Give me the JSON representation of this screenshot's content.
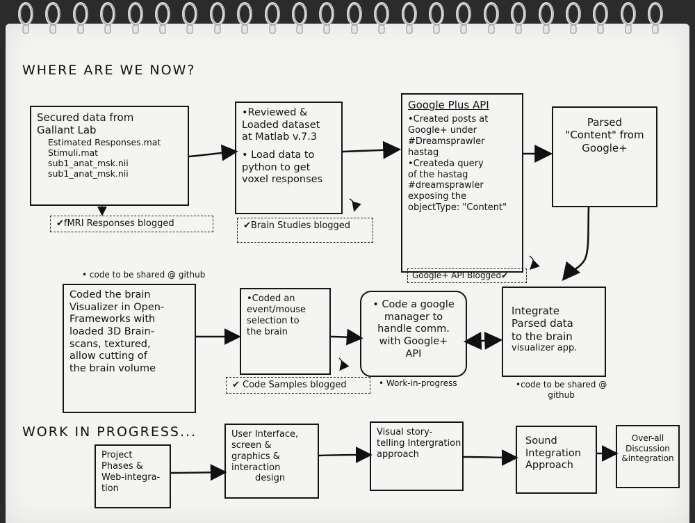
{
  "headings": {
    "where": "WHERE ARE WE NOW?",
    "wip": "WORK IN PROGRESS..."
  },
  "box1": {
    "title_line1": "Secured data from",
    "title_line2": "Gallant Lab",
    "files": [
      "Estimated Responses.mat",
      "Stimuli.mat",
      "sub1_anat_msk.nii",
      "sub1_anat_msk.nii"
    ]
  },
  "badge1": "✔fMRI Responses blogged",
  "box2": {
    "line1": "•Reviewed &",
    "line2": "Loaded dataset",
    "line3": "at Matlab v.7.3",
    "line4": "• Load data to",
    "line5": "python to get",
    "line6": "voxel responses"
  },
  "badge2": "✔Brain Studies blogged",
  "box3": {
    "title": "Google Plus API",
    "lines": [
      "•Created posts at",
      "Google+ under",
      "#Dreamsprawler",
      "hastag",
      "•Createda query",
      "of the hastag",
      "#dreamsprawler",
      "exposing the",
      "objectType: \"Content\""
    ]
  },
  "badge3": "Google+ API Blogged✔",
  "box4": {
    "line1": "Parsed",
    "line2": "\"Content\" from",
    "line3": "Google+"
  },
  "note_github1": "• code to be shared @ github",
  "box5": {
    "lines": [
      "Coded the brain",
      "Visualizer in Open-",
      "Frameworks with",
      "loaded 3D Brain-",
      "scans, textured,",
      "allow cutting of",
      "the brain volume"
    ]
  },
  "box6": {
    "lines": [
      "•Coded an",
      "event/mouse",
      "selection to",
      "the brain"
    ]
  },
  "badge4": "✔ Code Samples blogged",
  "box7": {
    "lines": [
      "• Code a google",
      "manager to",
      "handle comm.",
      "with Google+",
      "API"
    ]
  },
  "note_wip": "• Work-in-progress",
  "box8": {
    "lines": [
      "Integrate",
      "Parsed data",
      "to the brain",
      "visualizer app."
    ]
  },
  "note_github2_line1": "•code to be shared @",
  "note_github2_line2": "github",
  "wip_boxes": [
    [
      "Project",
      "Phases &",
      "Web-integra-",
      "tion"
    ],
    [
      "User Interface,",
      "screen &",
      "graphics &",
      "interaction",
      "design"
    ],
    [
      "Visual story-",
      "telling Intergration",
      "approach"
    ],
    [
      "Sound",
      "Integration",
      "Approach"
    ],
    [
      "Over-all",
      "Discussion",
      "&integration"
    ]
  ]
}
